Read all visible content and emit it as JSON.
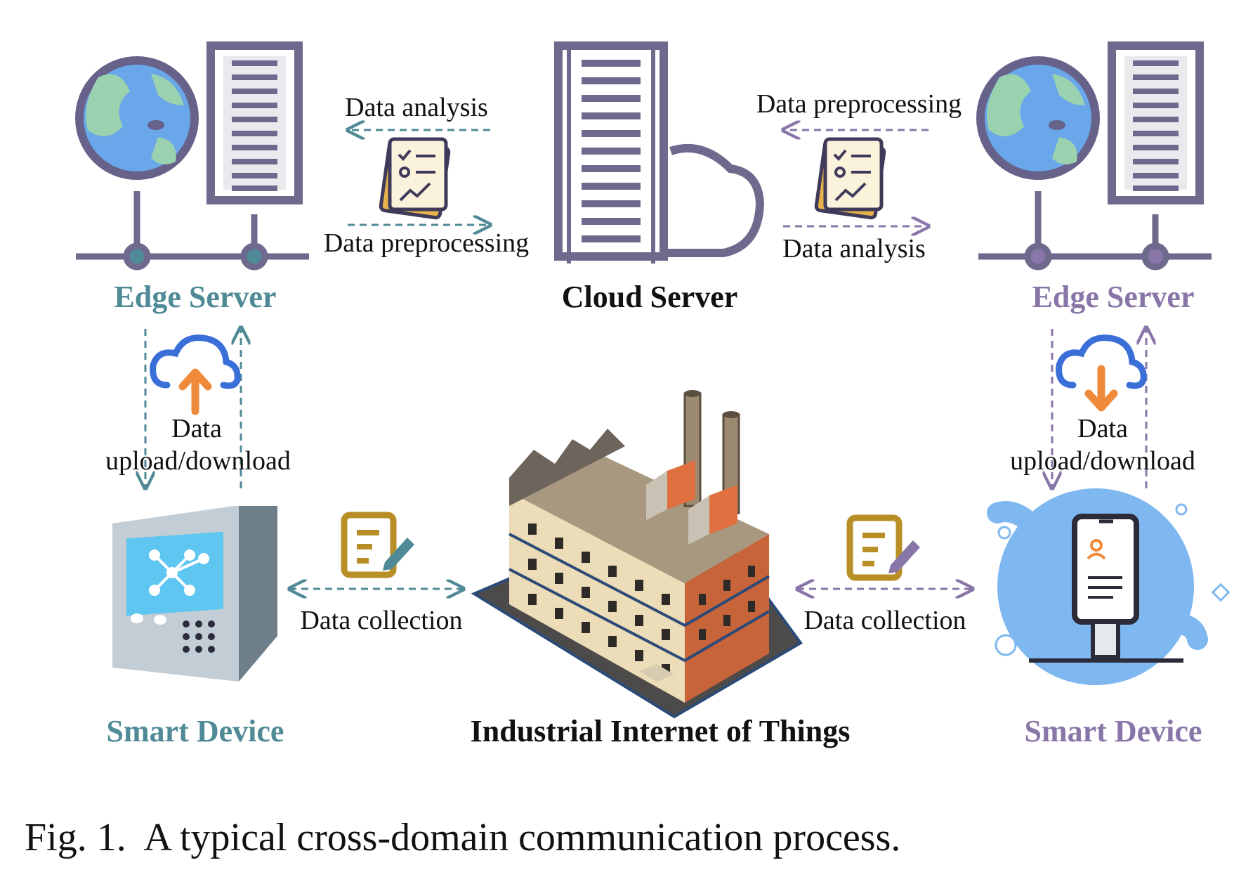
{
  "labels": {
    "left_top_arrow": "Data analysis",
    "left_bottom_arrow": "Data preprocessing",
    "right_top_arrow": "Data preprocessing",
    "right_bottom_arrow": "Data analysis",
    "edge_server_left": "Edge Server",
    "cloud_server": "Cloud Server",
    "edge_server_right": "Edge Server",
    "upload_left_line1": "Data",
    "upload_left_line2": "upload/download",
    "upload_right_line1": "Data",
    "upload_right_line2": "upload/download",
    "collection_left": "Data collection",
    "collection_right": "Data collection",
    "smart_device_left": "Smart Device",
    "smart_device_right": "Smart Device",
    "iiot": "Industrial Internet of Things",
    "caption": "Fig. 1.  A typical cross-domain communication process."
  },
  "colors": {
    "teal": "#4f8a96",
    "purple": "#8876a8",
    "server": "#6e6a8e",
    "orange": "#ef8a3a",
    "blue": "#3a6fd8"
  },
  "icons": [
    "globe-icon",
    "server-rack-icon",
    "cloud-icon",
    "report-icon",
    "cloud-upload-icon",
    "cloud-download-icon",
    "edit-document-icon",
    "factory-icon",
    "control-cabinet-icon",
    "kiosk-icon"
  ]
}
